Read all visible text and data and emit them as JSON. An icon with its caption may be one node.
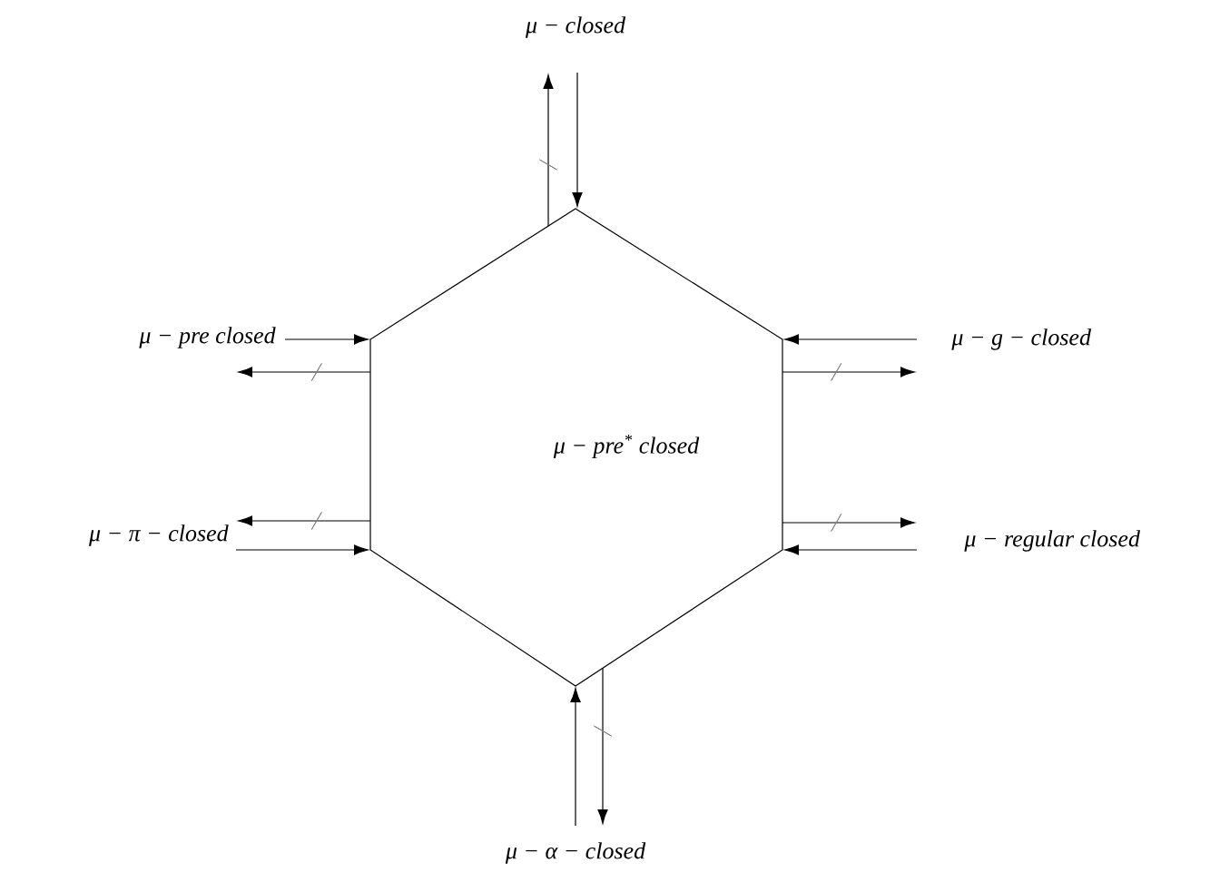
{
  "diagram": {
    "nodes": [
      {
        "text": [
          "μ − pre$^{*}$ closed"
        ]
      },
      {
        "text": [
          "μ − closed"
        ]
      },
      {
        "text": [
          "μ − pre closed"
        ]
      },
      {
        "text": [
          "μ − g − closed"
        ]
      },
      {
        "text": [
          "μ − π − closed"
        ]
      },
      {
        "text": [
          "μ − regular closed"
        ]
      },
      {
        "text": [
          "μ − α − closed"
        ]
      }
    ],
    "edges": [
      {
        "from": 1,
        "to": 0,
        "arrow": "to"
      },
      {
        "from": 0,
        "to": 1,
        "arrow": "to"
      },
      {
        "from": 2,
        "to": 0,
        "arrow": "to"
      },
      {
        "from": 0,
        "to": 2,
        "arrow": "to"
      },
      {
        "from": 3,
        "to": 0,
        "arrow": "to"
      },
      {
        "from": 0,
        "to": 3,
        "arrow": "to"
      },
      {
        "from": 4,
        "to": 0,
        "arrow": "to"
      },
      {
        "from": 0,
        "to": 4,
        "arrow": "to"
      },
      {
        "from": 5,
        "to": 0,
        "arrow": "to"
      },
      {
        "from": 0,
        "to": 5,
        "arrow": "to"
      },
      {
        "from": 6,
        "to": 0,
        "arrow": "to"
      },
      {
        "from": 0,
        "to": 6,
        "arrow": "to"
      }
    ]
  }
}
